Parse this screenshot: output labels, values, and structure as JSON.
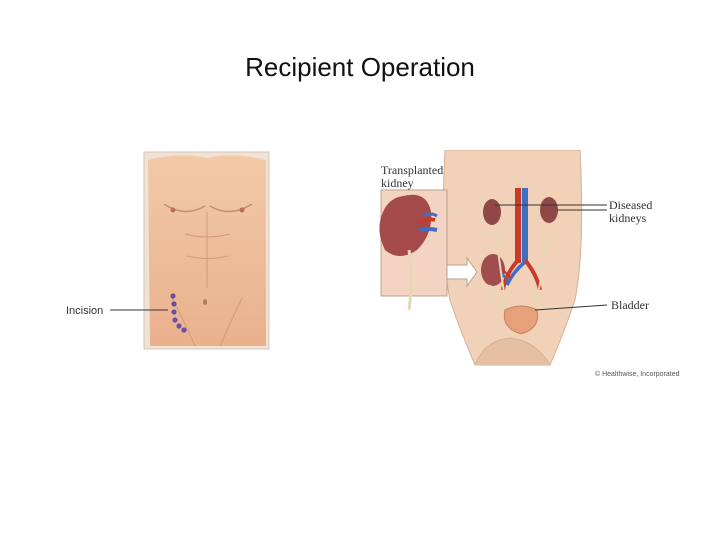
{
  "slide": {
    "title": "Recipient Operation"
  },
  "torso_figure": {
    "incision_label": "Incision",
    "incision_dot_color": "#6a4fa3"
  },
  "anatomy_figure": {
    "transplanted_label_line1": "Transplanted",
    "transplanted_label_line2": "kidney",
    "diseased_label_line1": "Diseased",
    "diseased_label_line2": "kidneys",
    "bladder_label": "Bladder",
    "copyright": "© Healthwise, Incorporated"
  },
  "colors": {
    "skin": "#e8b38f",
    "kidney": "#9d4b4b",
    "artery": "#c93a2a",
    "vein": "#3f6fc4"
  }
}
